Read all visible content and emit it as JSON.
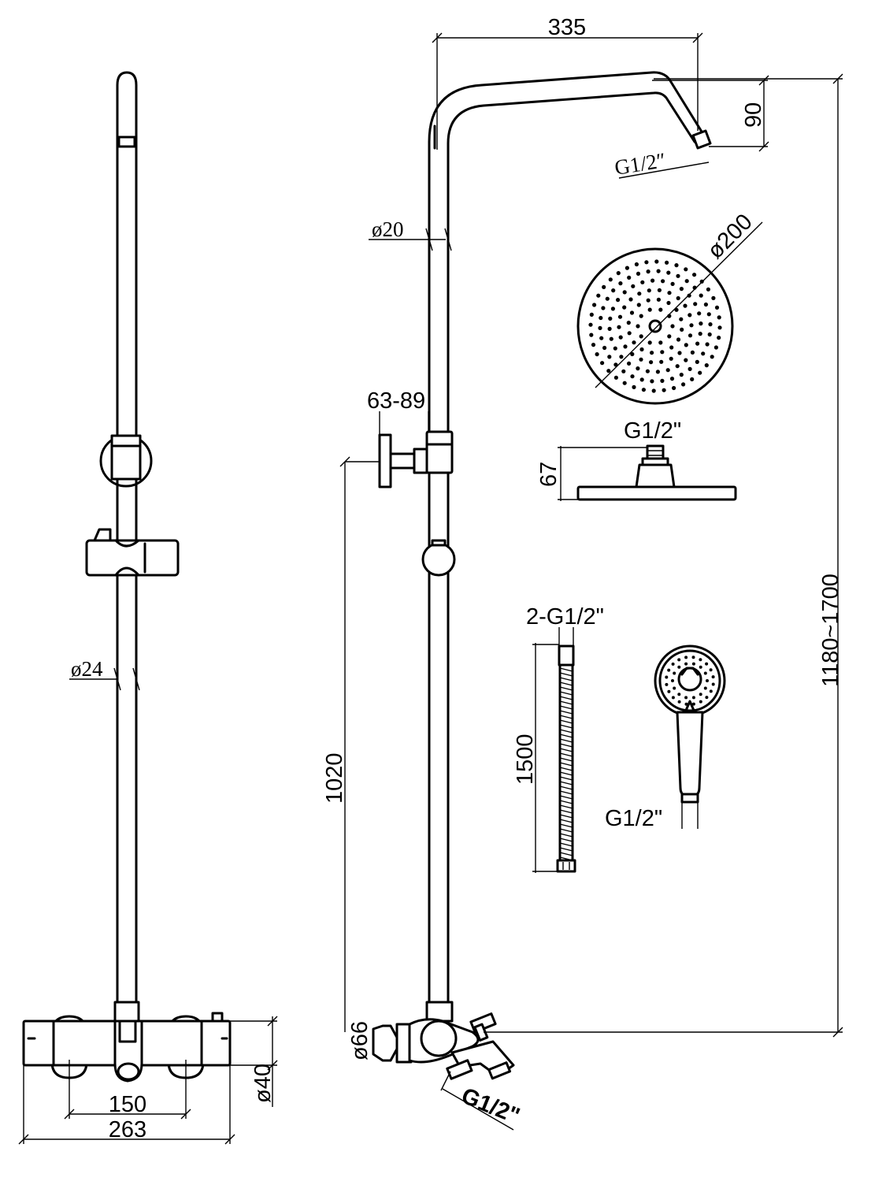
{
  "dimensions": {
    "shower_arm_reach": "335",
    "arm_drop": "90",
    "arm_outlet_thread": "G1/2″",
    "upper_pipe_diameter": "ø20",
    "head_diameter": "ø200",
    "head_inlet_thread": "G1/2\"",
    "head_height": "67",
    "bracket_wall_distance": "63-89",
    "total_height_range": "1180~1700",
    "mixer_to_bracket_height": "1020",
    "lower_pipe_diameter": "ø24",
    "hose_connections": "2-G1/2\"",
    "hose_length": "1500",
    "handshower_thread": "G1/2\"",
    "wall_flange_diameter": "ø66",
    "spout_thread": "G1/2\"",
    "inlet_centres": "150",
    "mixer_width": "263",
    "mixer_body_diameter": "ø40"
  }
}
